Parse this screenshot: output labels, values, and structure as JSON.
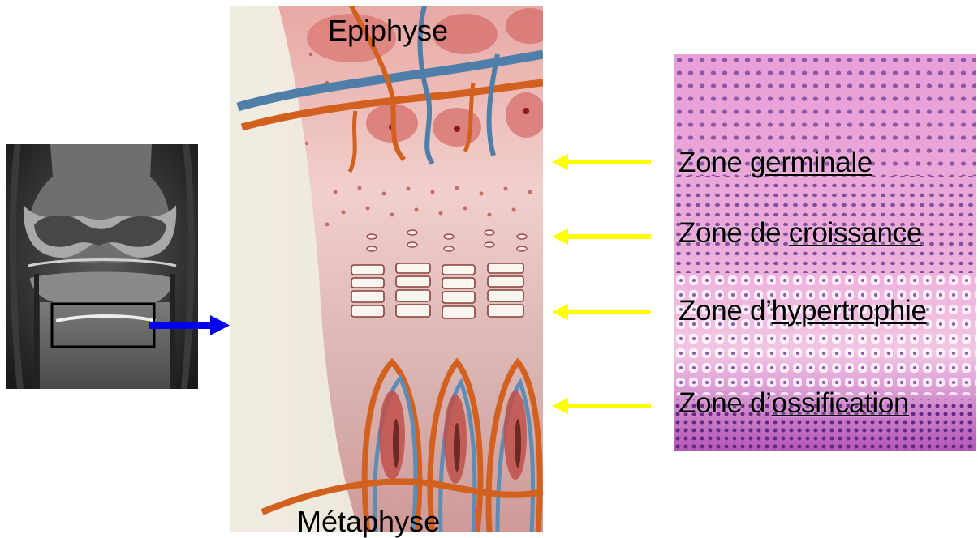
{
  "labels": {
    "top": "Epiphyse",
    "bottom": "Métaphyse"
  },
  "zones": [
    {
      "prefix": "Zone ",
      "term": "germinale"
    },
    {
      "prefix": "Zone de ",
      "term": "croissance"
    },
    {
      "prefix": "Zone d’",
      "term": "hypertrophie"
    },
    {
      "prefix": "Zone d’",
      "term": "ossification"
    }
  ],
  "colors": {
    "highlight_arrow": "#0000ee",
    "zone_arrows": "#ffff00",
    "highlight_box": "#000000"
  }
}
